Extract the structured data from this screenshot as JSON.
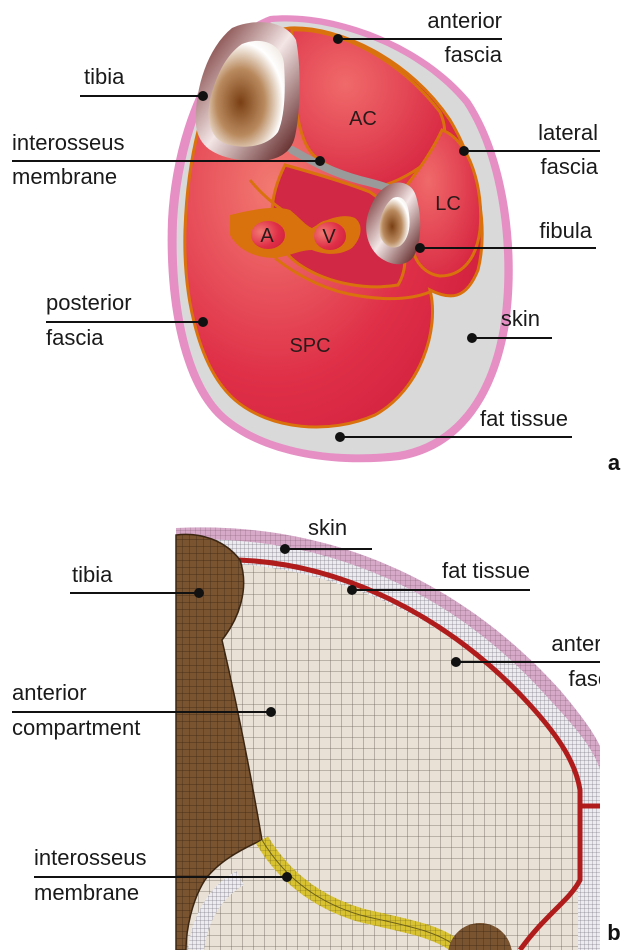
{
  "panel_a": {
    "letter": "a",
    "region_labels": {
      "ac": "AC",
      "lc": "LC",
      "a": "A",
      "v": "V",
      "spc": "SPC"
    },
    "labels": {
      "anterior_fascia": [
        "anterior",
        "fascia"
      ],
      "tibia": "tibia",
      "interosseus_membrane": [
        "interosseus",
        "membrane"
      ],
      "lateral_fascia": [
        "lateral",
        "fascia"
      ],
      "fibula": "fibula",
      "posterior_fascia": [
        "posterior",
        "fascia"
      ],
      "skin": "skin",
      "fat_tissue": "fat tissue"
    }
  },
  "panel_b": {
    "letter": "b",
    "labels": {
      "skin": "skin",
      "tibia": "tibia",
      "fat_tissue": "fat tissue",
      "anterior_fascia": [
        "anterior",
        "fascia"
      ],
      "anterior_compartment": [
        "anterior",
        "compartment"
      ],
      "interosseus_membrane": [
        "interosseus",
        "membrane"
      ]
    }
  },
  "colors": {
    "skin": "#e58fc4",
    "fat": "#d9d9d9",
    "fascia": "#d9720d",
    "muscle": "#d92b46",
    "bone": "#7a3a1e",
    "mesh_bg": "#e9e1d6",
    "mesh_line": "#6b6358",
    "mesh_bone": "#7a5330",
    "mesh_fascia": "#b01c1c",
    "mesh_membrane": "#d8c232",
    "mesh_skin": "#caa1c0"
  }
}
